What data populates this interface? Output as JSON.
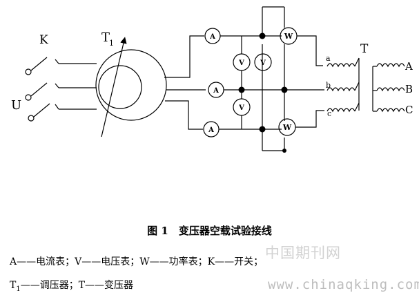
{
  "diagram": {
    "switch_label": "K",
    "supply_label": "U",
    "regulator_label": "T",
    "regulator_subscript": "1",
    "transformer_label": "T",
    "ammeter_symbol": "A",
    "voltmeter_symbol": "V",
    "wattmeter_symbol": "W",
    "primary_terminals": [
      "a",
      "b",
      "c"
    ],
    "secondary_terminals": [
      "A",
      "B",
      "C"
    ]
  },
  "caption": {
    "title": "图 1　变压器空载试验接线"
  },
  "legend": {
    "line1": "A——电流表；V——电压表；W——功率表；K——开关；",
    "line2_prefix": "T",
    "line2_subscript": "1",
    "line2_rest": "——调压器；T——变压器"
  },
  "watermark": {
    "cn": "中国期刊网",
    "url": "www.chinaqking.com"
  }
}
